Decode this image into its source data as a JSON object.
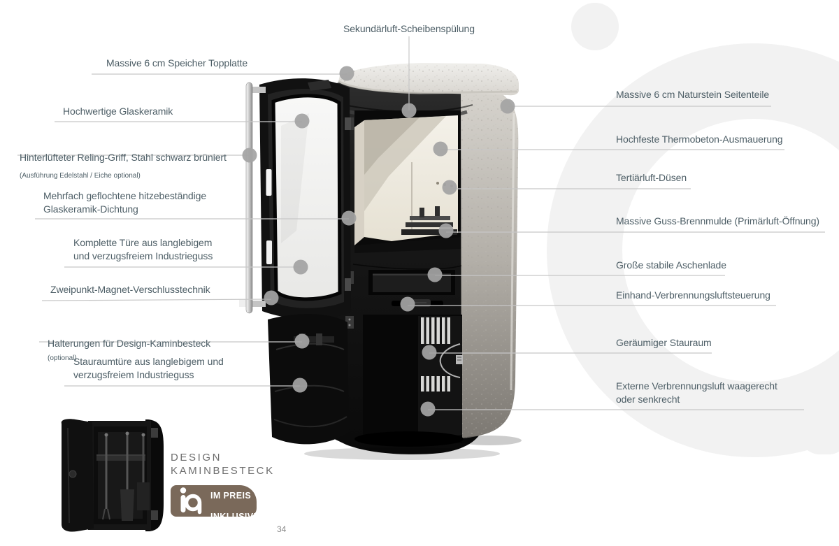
{
  "page": {
    "number": "34"
  },
  "colors": {
    "label_text": "#4d5e66",
    "leader_line": "#c7c7c7",
    "leader_dot": "#a4a4a4",
    "badge_background": "#7a695a",
    "badge_text": "#ffffff",
    "watermark": "#f2f2f2",
    "background": "#ffffff"
  },
  "callouts": {
    "top": {
      "label": "Sekundärluft-Scheibenspülung"
    },
    "left": [
      {
        "label": "Massive 6 cm Speicher Topplatte"
      },
      {
        "label": "Hochwertige Glaskeramik"
      },
      {
        "label": "Hinterlüfteter Reling-Griff, Stahl schwarz brüniert",
        "sub": "(Ausführung Edelstahl / Eiche optional)"
      },
      {
        "label": "Mehrfach geflochtene hitzebeständige\nGlaskeramik-Dichtung"
      },
      {
        "label": "Komplette Türe aus langlebigem\nund verzugsfreiem Industrieguss"
      },
      {
        "label": "Zweipunkt-Magnet-Verschlusstechnik"
      },
      {
        "label": "Halterungen für Design-Kaminbesteck",
        "suffix": "(optional)"
      },
      {
        "label": "Stauraumtüre aus langlebigem und\nverzugsfreiem Industrieguss"
      }
    ],
    "right": [
      {
        "label": "Massive 6 cm Naturstein Seitenteile"
      },
      {
        "label": "Hochfeste Thermobeton-Ausmauerung"
      },
      {
        "label": "Tertiärluft-Düsen"
      },
      {
        "label": "Massive Guss-Brennmulde (Primärluft-Öffnung)"
      },
      {
        "label": "Große stabile Aschenlade"
      },
      {
        "label": "Einhand-Verbrennungsluftsteuerung"
      },
      {
        "label": "Geräumiger Stauraum"
      },
      {
        "label": "Externe Verbrennungsluft waagerecht\noder senkrecht"
      }
    ]
  },
  "besteck": {
    "title": "DESIGN\nKAMINBESTECK",
    "badge": {
      "logo": "iq",
      "line1": "IM PREIS",
      "line2": "INKLUSIVE"
    }
  }
}
